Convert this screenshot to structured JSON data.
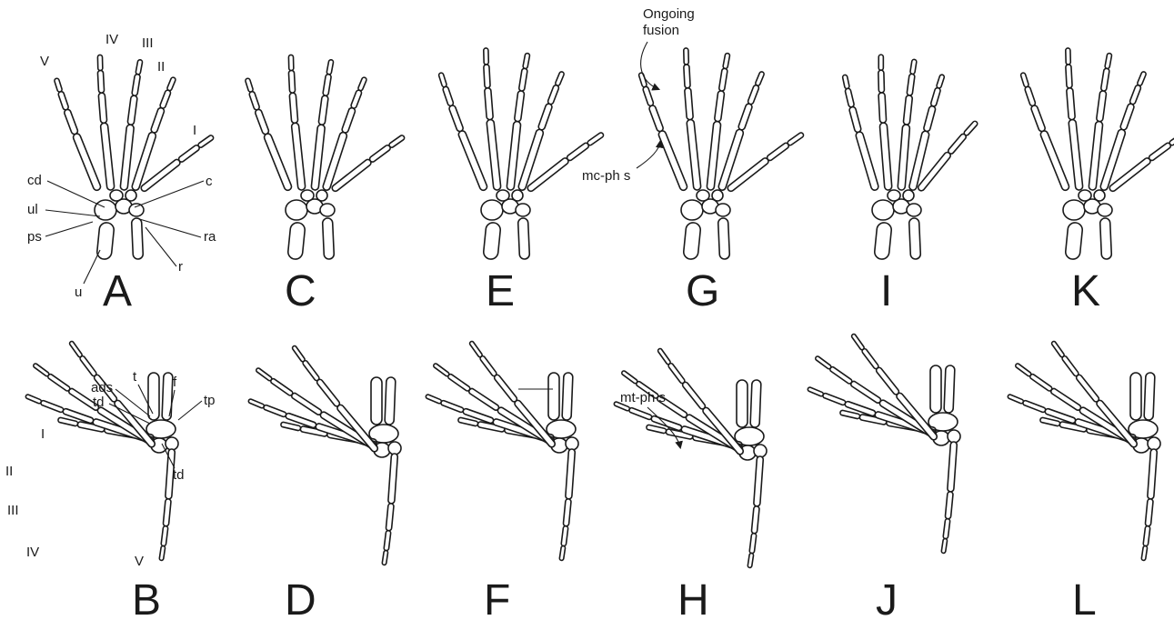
{
  "panels": {
    "A": "A",
    "B": "B",
    "C": "C",
    "D": "D",
    "E": "E",
    "F": "F",
    "G": "G",
    "H": "H",
    "I": "I",
    "J": "J",
    "K": "K",
    "L": "L"
  },
  "hand_labels": {
    "digit_I": "I",
    "digit_II": "II",
    "digit_III": "III",
    "digit_IV": "IV",
    "digit_V": "V",
    "cd": "cd",
    "ul": "ul",
    "ps": "ps",
    "u": "u",
    "c": "c",
    "ra": "ra",
    "r": "r"
  },
  "foot_labels": {
    "ads": "ads",
    "t": "t",
    "f": "f",
    "td_upper": "td",
    "tp": "tp",
    "td_lower": "td",
    "digit_I": "I",
    "digit_II": "II",
    "digit_III": "III",
    "digit_IV": "IV",
    "digit_V": "V"
  },
  "annotations": {
    "ongoing_fusion_line1": "Ongoing",
    "ongoing_fusion_line2": "fusion",
    "mc_ph_s": "mc-ph s",
    "mt_ph_s": "mt-ph s"
  }
}
